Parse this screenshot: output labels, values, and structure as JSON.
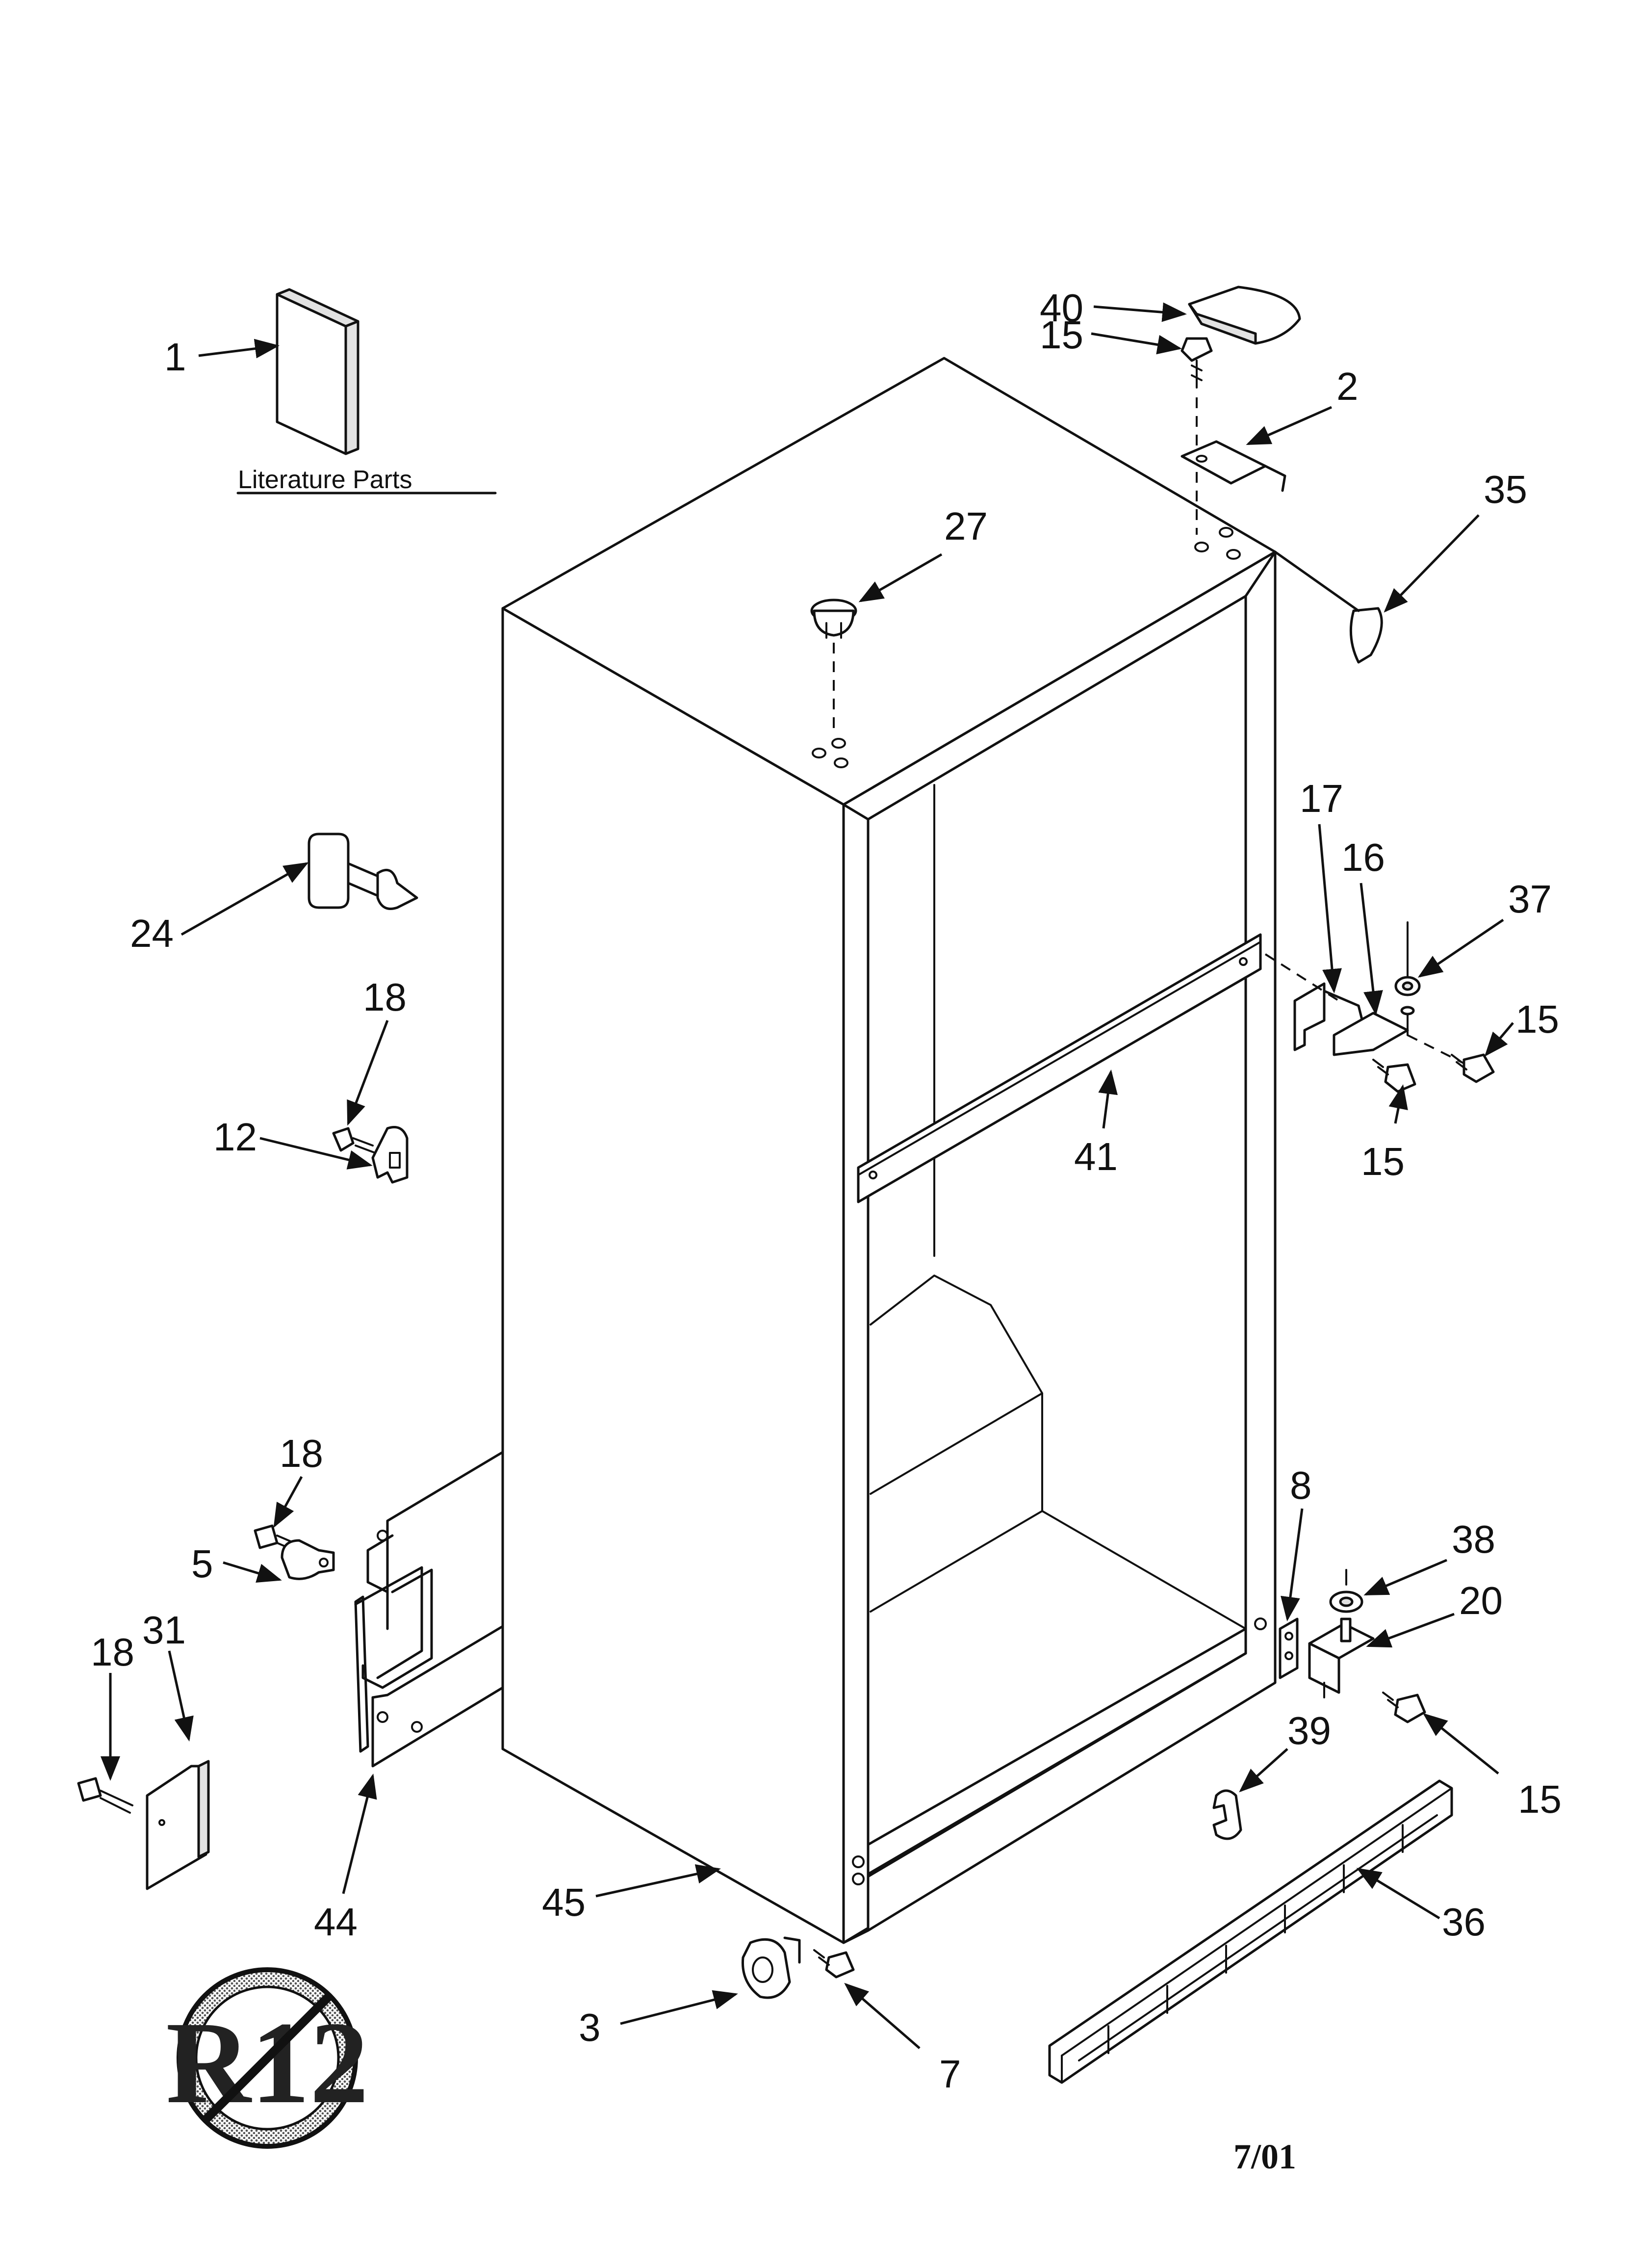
{
  "literature_label": "Literature Parts",
  "date_code": "7/01",
  "badge": {
    "text": "R12"
  },
  "callouts": [
    {
      "id": "c1",
      "label": "1"
    },
    {
      "id": "c40",
      "label": "40"
    },
    {
      "id": "c15a",
      "label": "15"
    },
    {
      "id": "c2",
      "label": "2"
    },
    {
      "id": "c35",
      "label": "35"
    },
    {
      "id": "c27",
      "label": "27"
    },
    {
      "id": "c17",
      "label": "17"
    },
    {
      "id": "c16",
      "label": "16"
    },
    {
      "id": "c37",
      "label": "37"
    },
    {
      "id": "c15b",
      "label": "15"
    },
    {
      "id": "c15c",
      "label": "15"
    },
    {
      "id": "c41",
      "label": "41"
    },
    {
      "id": "c24",
      "label": "24"
    },
    {
      "id": "c18a",
      "label": "18"
    },
    {
      "id": "c12",
      "label": "12"
    },
    {
      "id": "c18b",
      "label": "18"
    },
    {
      "id": "c5",
      "label": "5"
    },
    {
      "id": "c8",
      "label": "8"
    },
    {
      "id": "c38",
      "label": "38"
    },
    {
      "id": "c20",
      "label": "20"
    },
    {
      "id": "c18c",
      "label": "18"
    },
    {
      "id": "c31",
      "label": "31"
    },
    {
      "id": "c39",
      "label": "39"
    },
    {
      "id": "c15d",
      "label": "15"
    },
    {
      "id": "c44",
      "label": "44"
    },
    {
      "id": "c45",
      "label": "45"
    },
    {
      "id": "c36",
      "label": "36"
    },
    {
      "id": "c3",
      "label": "3"
    },
    {
      "id": "c7",
      "label": "7"
    }
  ]
}
